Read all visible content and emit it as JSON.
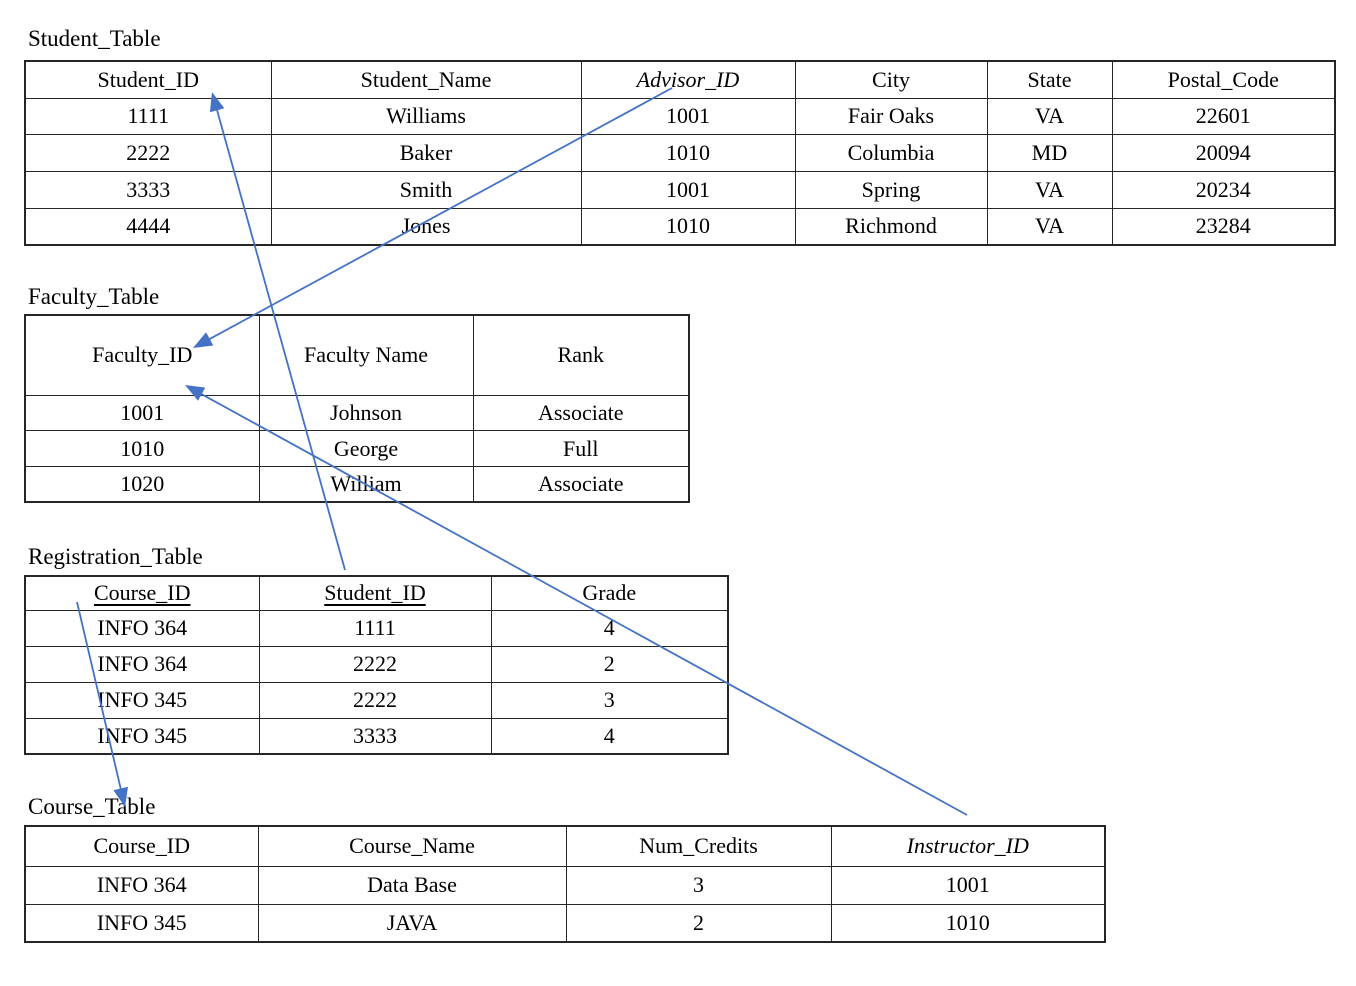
{
  "figure": {
    "description": "Relational database schema with four tables linked by foreign-key arrows"
  },
  "colors": {
    "arrow": "#4472C4",
    "table_border": "#262626",
    "text": "#000000",
    "background": "#ffffff"
  },
  "tables": {
    "student": {
      "title": "Student_Table",
      "columns": [
        {
          "label": "Student_ID",
          "style": "bold"
        },
        {
          "label": "Student_Name",
          "style": "regular"
        },
        {
          "label": "Advisor_ID",
          "style": "bold-italic"
        },
        {
          "label": "City",
          "style": "regular"
        },
        {
          "label": "State",
          "style": "regular"
        },
        {
          "label": "Postal_Code",
          "style": "regular"
        }
      ],
      "rows": [
        [
          "1111",
          "Williams",
          "1001",
          "Fair Oaks",
          "VA",
          "22601"
        ],
        [
          "2222",
          "Baker",
          "1010",
          "Columbia",
          "MD",
          "20094"
        ],
        [
          "3333",
          "Smith",
          "1001",
          "Spring",
          "VA",
          "20234"
        ],
        [
          "4444",
          "Jones",
          "1010",
          "Richmond",
          "VA",
          "23284"
        ]
      ]
    },
    "faculty": {
      "title": "Faculty_Table",
      "columns": [
        {
          "label": "Faculty_ID",
          "style": "bold"
        },
        {
          "label": "Faculty Name",
          "style": "regular"
        },
        {
          "label": "Rank",
          "style": "regular"
        }
      ],
      "rows": [
        [
          "1001",
          "Johnson",
          "Associate"
        ],
        [
          "1010",
          "George",
          "Full"
        ],
        [
          "1020",
          "William",
          "Associate"
        ]
      ]
    },
    "registration": {
      "title": "Registration_Table",
      "columns": [
        {
          "label": "Course_ID",
          "style": "bold-underline"
        },
        {
          "label": "Student_ID",
          "style": "bold-underline"
        },
        {
          "label": "Grade",
          "style": "regular"
        }
      ],
      "rows": [
        [
          "INFO 364",
          "1111",
          "4"
        ],
        [
          "INFO 364",
          "2222",
          "2"
        ],
        [
          "INFO 345",
          "2222",
          "3"
        ],
        [
          "INFO 345",
          "3333",
          "4"
        ]
      ]
    },
    "course": {
      "title": "Course_Table",
      "columns": [
        {
          "label": "Course_ID",
          "style": "bold"
        },
        {
          "label": "Course_Name",
          "style": "regular"
        },
        {
          "label": "Num_Credits",
          "style": "regular"
        },
        {
          "label": "Instructor_ID",
          "style": "bold-italic"
        }
      ],
      "rows": [
        [
          "INFO 364",
          "Data Base",
          "3",
          "1001"
        ],
        [
          "INFO 345",
          "JAVA",
          "2",
          "1010"
        ]
      ]
    }
  },
  "relationships": [
    {
      "name": "registration-studentid-to-student-studentid",
      "from": "Registration_Table.Student_ID",
      "to": "Student_Table.Student_ID"
    },
    {
      "name": "student-advisorid-to-faculty-facultyid",
      "from": "Student_Table.Advisor_ID",
      "to": "Faculty_Table.Faculty_ID"
    },
    {
      "name": "course-instructorid-to-faculty-facultyid",
      "from": "Course_Table.Instructor_ID",
      "to": "Faculty_Table.Faculty_ID"
    },
    {
      "name": "registration-courseid-to-course-courseid",
      "from": "Registration_Table.Course_ID",
      "to": "Course_Table.Course_ID"
    }
  ]
}
